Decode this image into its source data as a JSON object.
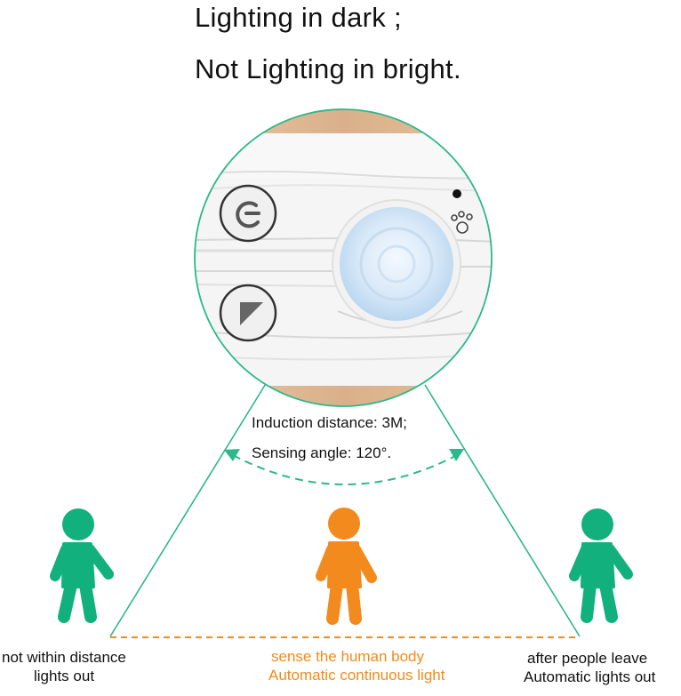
{
  "headline": {
    "line1": "Lighting in dark ;",
    "line2": "Not Lighting in bright."
  },
  "specs": {
    "distance": "Induction distance: 3M;",
    "angle": "Sensing angle: 120°."
  },
  "figures": {
    "left": {
      "line1": "not within distance",
      "line2": "lights out",
      "color": "#12b07c"
    },
    "middle": {
      "line1": "sense the human body",
      "line2": "Automatic continuous light",
      "color": "#f28a1e"
    },
    "right": {
      "line1": "after people leave",
      "line2": "Automatic lights out",
      "color": "#12b07c"
    }
  },
  "colors": {
    "accent_green": "#2bb88a",
    "accent_orange": "#f28a1e",
    "wood": "#ddb892"
  },
  "icons": [
    "power-icon",
    "play-icon",
    "paw-icon",
    "motion-sensor-icon"
  ]
}
